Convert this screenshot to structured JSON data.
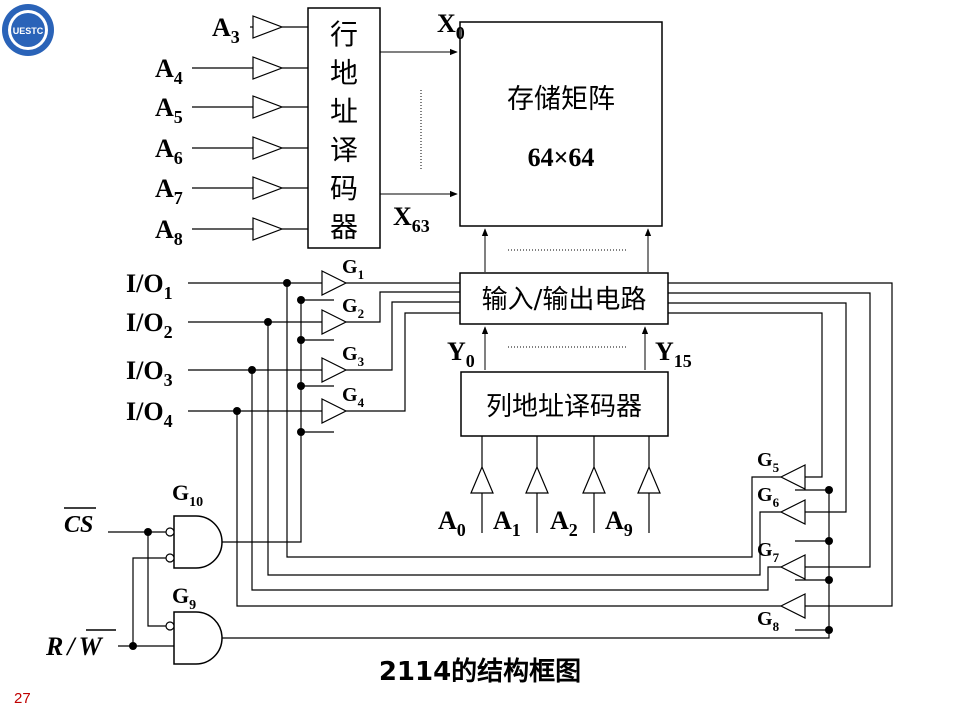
{
  "logo_text": "电子科技大学 UESTC 1956",
  "addr_inputs": [
    {
      "main": "A",
      "sub": "3"
    },
    {
      "main": "A",
      "sub": "4"
    },
    {
      "main": "A",
      "sub": "5"
    },
    {
      "main": "A",
      "sub": "6"
    },
    {
      "main": "A",
      "sub": "7"
    },
    {
      "main": "A",
      "sub": "8"
    }
  ],
  "row_decoder_chars": [
    "行",
    "地",
    "址",
    "译",
    "码",
    "器"
  ],
  "row_outputs": [
    {
      "main": "X",
      "sub": "0"
    },
    {
      "main": "X",
      "sub": "63"
    }
  ],
  "matrix": {
    "title": "存储矩阵",
    "size": "64×64"
  },
  "io_circuit_label": "输入/输出电路",
  "col_outputs": [
    {
      "main": "Y",
      "sub": "0"
    },
    {
      "main": "Y",
      "sub": "15"
    }
  ],
  "col_decoder_label": "列地址译码器",
  "col_inputs": [
    {
      "main": "A",
      "sub": "0"
    },
    {
      "main": "A",
      "sub": "1"
    },
    {
      "main": "A",
      "sub": "2"
    },
    {
      "main": "A",
      "sub": "9"
    }
  ],
  "io_pins": [
    {
      "main": "I/O",
      "sub": "1"
    },
    {
      "main": "I/O",
      "sub": "2"
    },
    {
      "main": "I/O",
      "sub": "3"
    },
    {
      "main": "I/O",
      "sub": "4"
    }
  ],
  "left_buffers": [
    {
      "main": "G",
      "sub": "1"
    },
    {
      "main": "G",
      "sub": "2"
    },
    {
      "main": "G",
      "sub": "3"
    },
    {
      "main": "G",
      "sub": "4"
    }
  ],
  "right_buffers": [
    {
      "main": "G",
      "sub": "5"
    },
    {
      "main": "G",
      "sub": "6"
    },
    {
      "main": "G",
      "sub": "7"
    },
    {
      "main": "G",
      "sub": "8"
    }
  ],
  "gates": [
    {
      "main": "G",
      "sub": "10"
    },
    {
      "main": "G",
      "sub": "9"
    }
  ],
  "cs_label": "CS",
  "rw_label": {
    "r": "R",
    "slash": "/",
    "w": "W"
  },
  "caption": "2114的结构框图",
  "page_number": "27"
}
